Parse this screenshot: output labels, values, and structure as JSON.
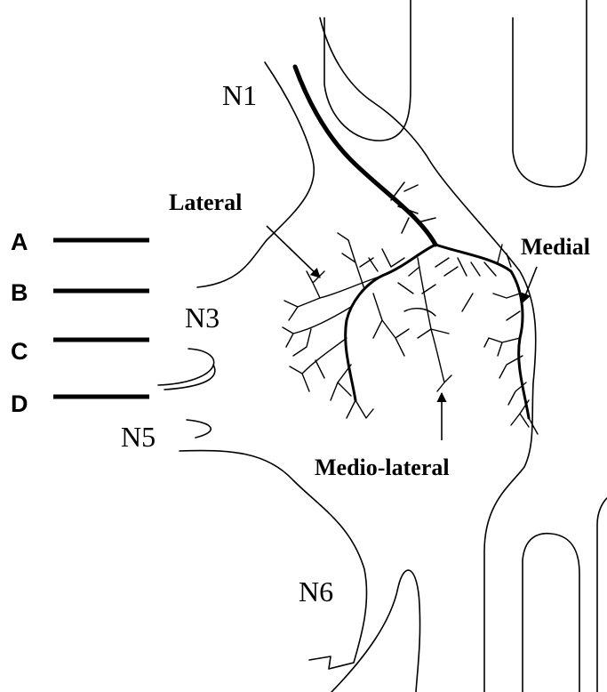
{
  "diagram": {
    "nerve_labels": [
      "N1",
      "N3",
      "N5",
      "N6"
    ],
    "region_labels": {
      "lateral": "Lateral",
      "medial": "Medial",
      "medio_lateral": "Medio-lateral"
    },
    "section_markers": [
      "A",
      "B",
      "C",
      "D"
    ],
    "colors": {
      "ink": "#000000",
      "background": "#ffffff"
    }
  }
}
